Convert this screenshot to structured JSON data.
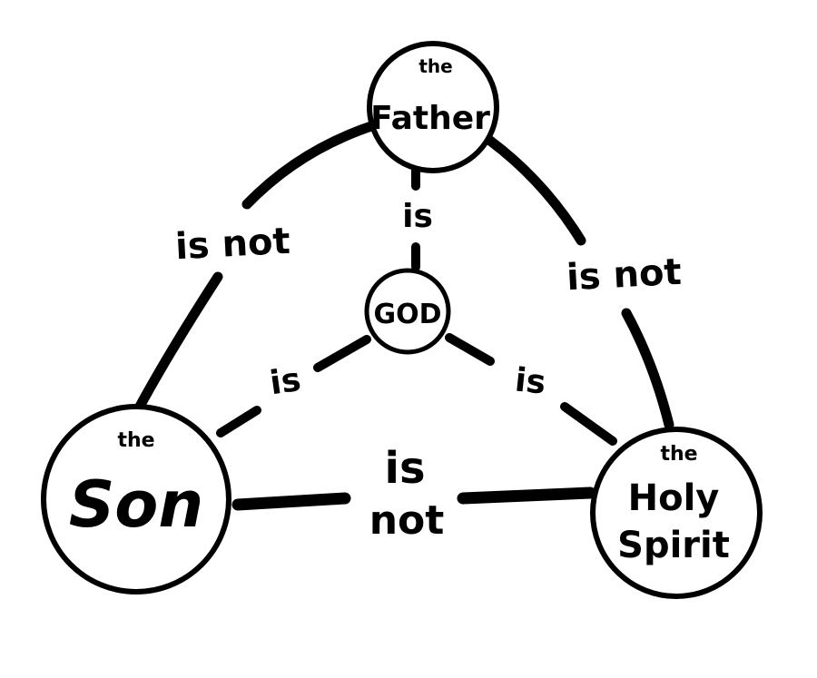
{
  "nodes": {
    "father": {
      "prefix": "the",
      "label": "Father"
    },
    "son": {
      "prefix": "the",
      "label": "Son"
    },
    "spirit": {
      "prefix": "the",
      "label_line1": "Holy",
      "label_line2": "Spirit"
    },
    "god": {
      "label": "GOD"
    }
  },
  "edges": {
    "father_son": "is not",
    "father_spirit": "is not",
    "son_spirit_line1": "is",
    "son_spirit_line2": "not",
    "father_god": "is",
    "son_god": "is",
    "spirit_god": "is"
  }
}
